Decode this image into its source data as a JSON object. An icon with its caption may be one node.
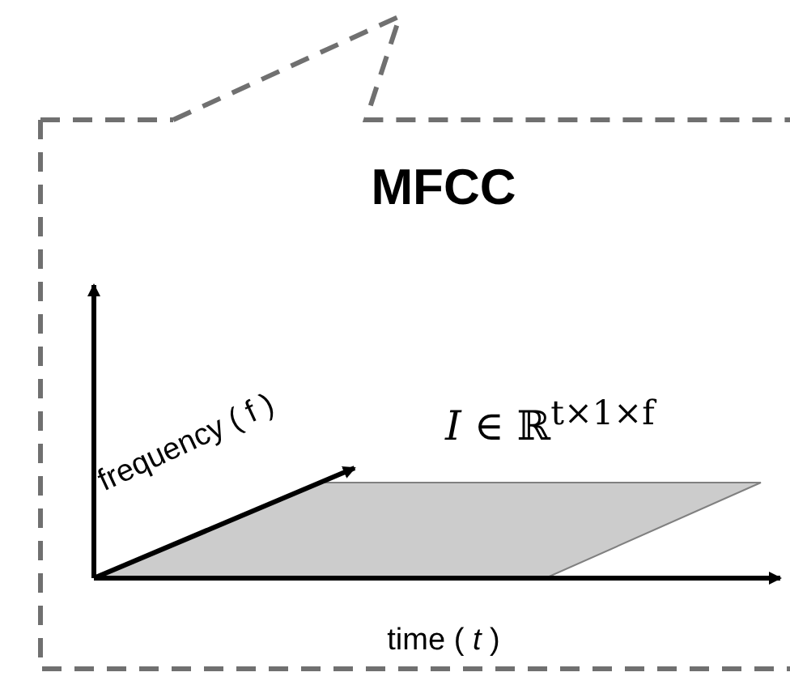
{
  "diagram": {
    "title": "MFCC",
    "labels": [
      "frequency ( f )",
      "*I* ∈ ℝ$^{t×1×f}$",
      "time ( *t* )"
    ]
  }
}
